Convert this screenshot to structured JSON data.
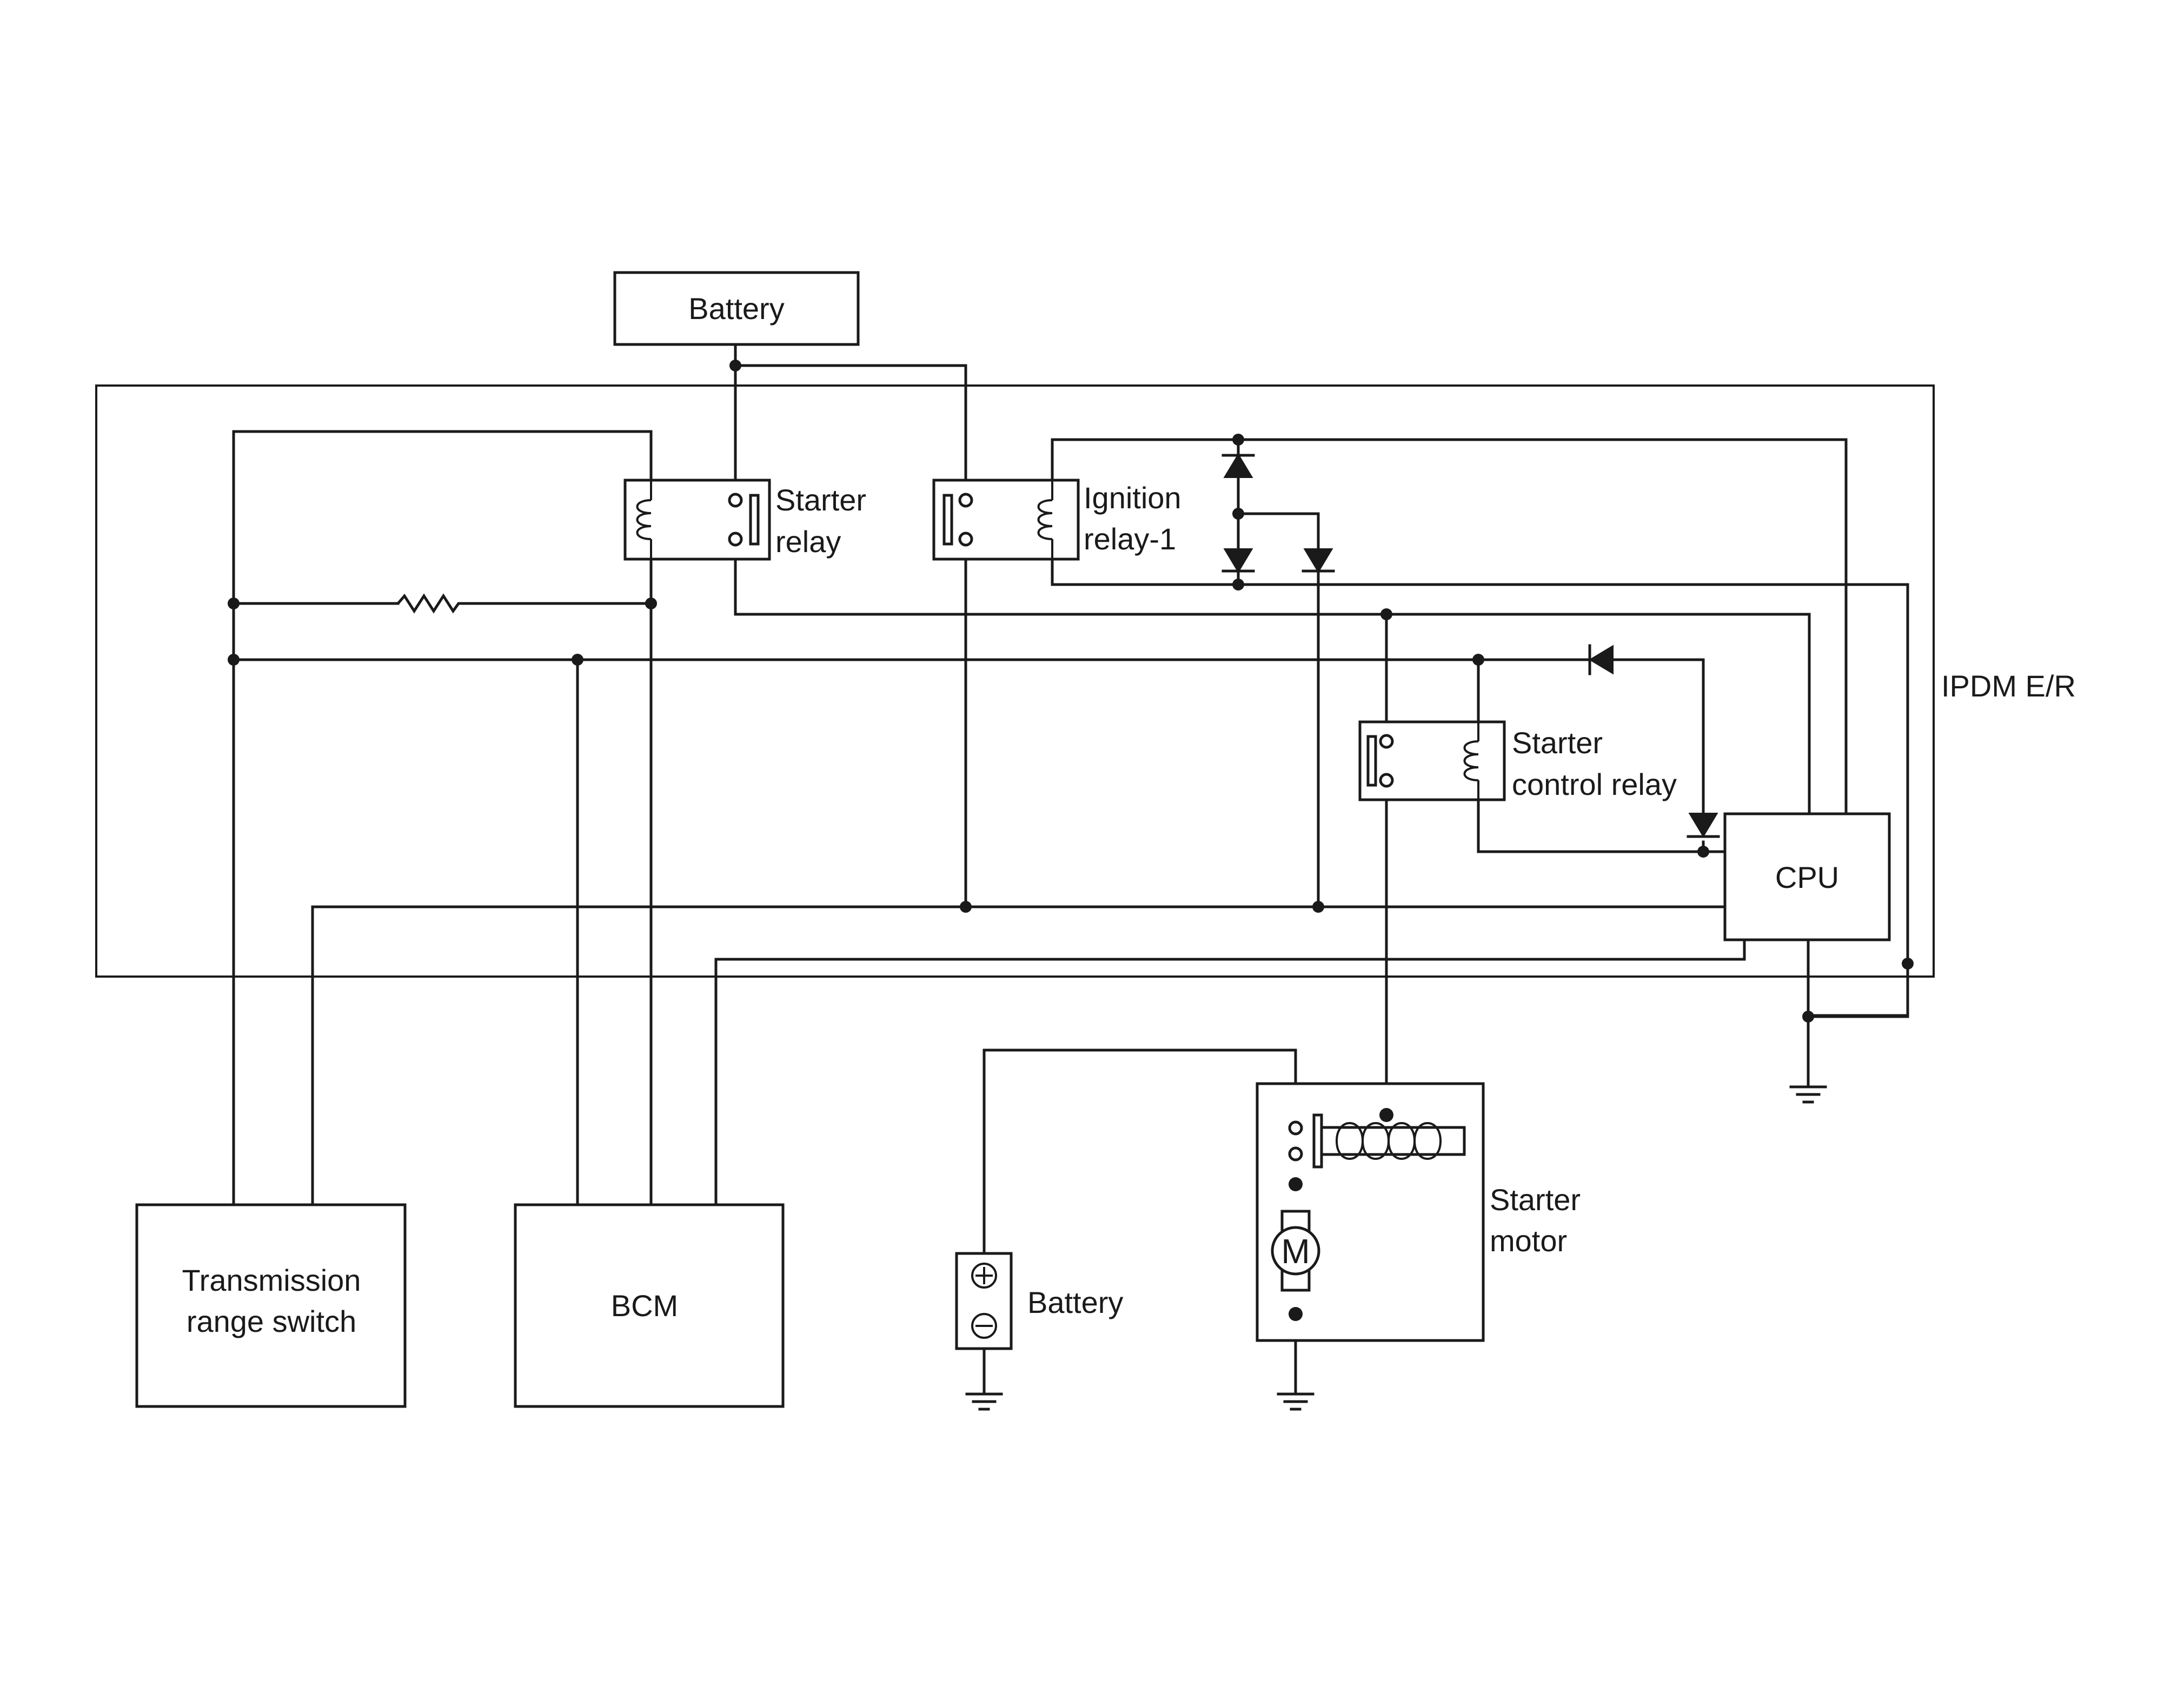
{
  "labels": {
    "battery_top": "Battery",
    "starter_relay_1": "Starter",
    "starter_relay_2": "relay",
    "ignition_relay_1": "Ignition",
    "ignition_relay_2": "relay-1",
    "ipdm": "IPDM E/R",
    "starter_control_relay_1": "Starter",
    "starter_control_relay_2": "control relay",
    "cpu": "CPU",
    "transmission_1": "Transmission",
    "transmission_2": "range switch",
    "bcm": "BCM",
    "battery_bottom": "Battery",
    "starter_motor_1": "Starter",
    "starter_motor_2": "motor",
    "motor_symbol": "M"
  }
}
